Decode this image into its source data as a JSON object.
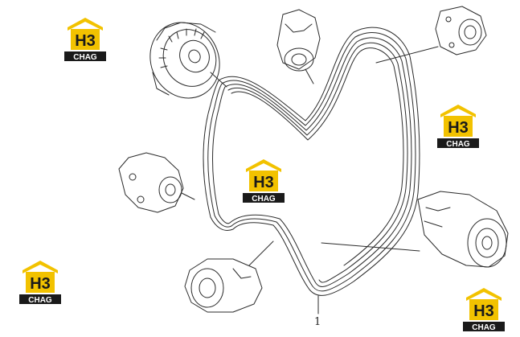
{
  "diagram": {
    "callouts": [
      {
        "id": "belt",
        "label": "1"
      }
    ]
  },
  "watermark": {
    "mark": "H3",
    "caption": "CHAG",
    "colors": {
      "roof": "#f2c200",
      "mark_bg": "#f2c200",
      "caption_bg": "#1a1a1a",
      "caption_text": "#ffffff",
      "mark_text": "#1a1a1a"
    }
  },
  "colors": {
    "line": "#2b2b2b",
    "background": "#ffffff"
  }
}
